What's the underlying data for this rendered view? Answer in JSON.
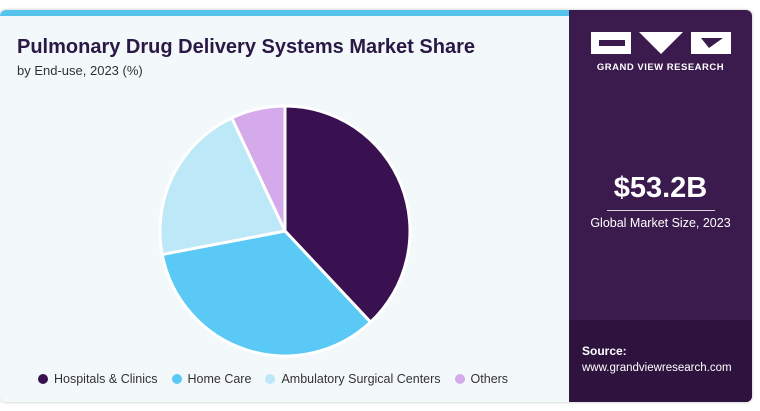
{
  "header": {
    "title": "Pulmonary Drug Delivery Systems Market Share",
    "subtitle": "by End-use, 2023 (%)"
  },
  "branding": {
    "logo_text": "GRAND VIEW RESEARCH"
  },
  "stat": {
    "value": "$53.2B",
    "label": "Global Market Size, 2023"
  },
  "source": {
    "label": "Source:",
    "url": "www.grandviewresearch.com"
  },
  "colors": {
    "accent": "#56c3ec",
    "side_panel": "#3b1a4e"
  },
  "chart_data": {
    "type": "pie",
    "title": "Pulmonary Drug Delivery Systems Market Share",
    "subtitle": "by End-use, 2023 (%)",
    "legend_position": "bottom",
    "slices": [
      {
        "label": "Hospitals & Clinics",
        "value": 38,
        "color": "#3a1150"
      },
      {
        "label": "Home Care",
        "value": 34,
        "color": "#5bc9f5"
      },
      {
        "label": "Ambulatory Surgical Centers",
        "value": 21,
        "color": "#bde8f8"
      },
      {
        "label": "Others",
        "value": 7,
        "color": "#d4aaea"
      }
    ]
  }
}
